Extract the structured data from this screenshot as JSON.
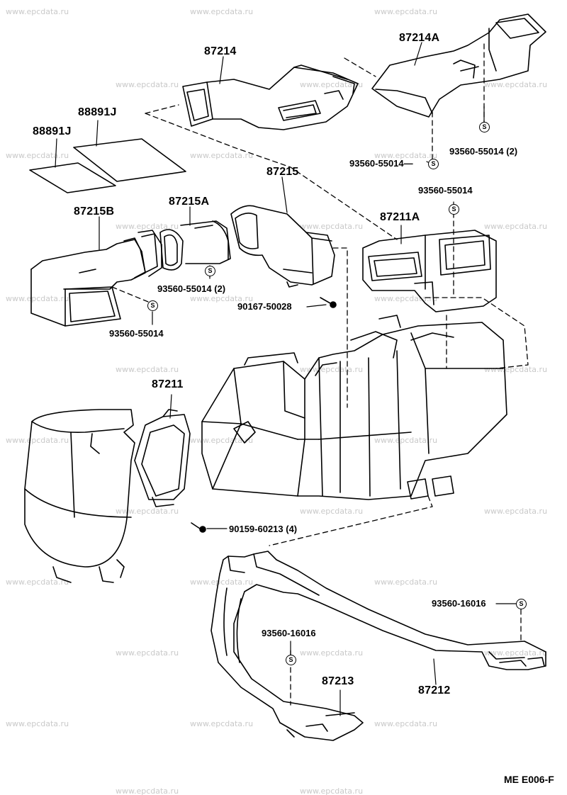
{
  "watermark": "www.epcdata.ru",
  "diagram_code": "ME E006-F",
  "labels": {
    "p87214": "87214",
    "p87214A": "87214A",
    "p88891J_a": "88891J",
    "p88891J_b": "88891J",
    "p87215": "87215",
    "p87215A": "87215A",
    "p87215B": "87215B",
    "p87211A": "87211A",
    "p87211": "87211",
    "p87213": "87213",
    "p87212": "87212",
    "s93560_55014_2a": "93560-55014 (2)",
    "s93560_55014_arrow": "93560-55014",
    "s93560_55014_top": "93560-55014",
    "s93560_55014_2b": "93560-55014 (2)",
    "s93560_55014_left": "93560-55014",
    "s90167_50028": "90167-50028",
    "s90159_60213": "90159-60213 (4)",
    "s93560_16016_right": "93560-16016",
    "s93560_16016_mid": "93560-16016"
  },
  "sealant_symbol": "S"
}
